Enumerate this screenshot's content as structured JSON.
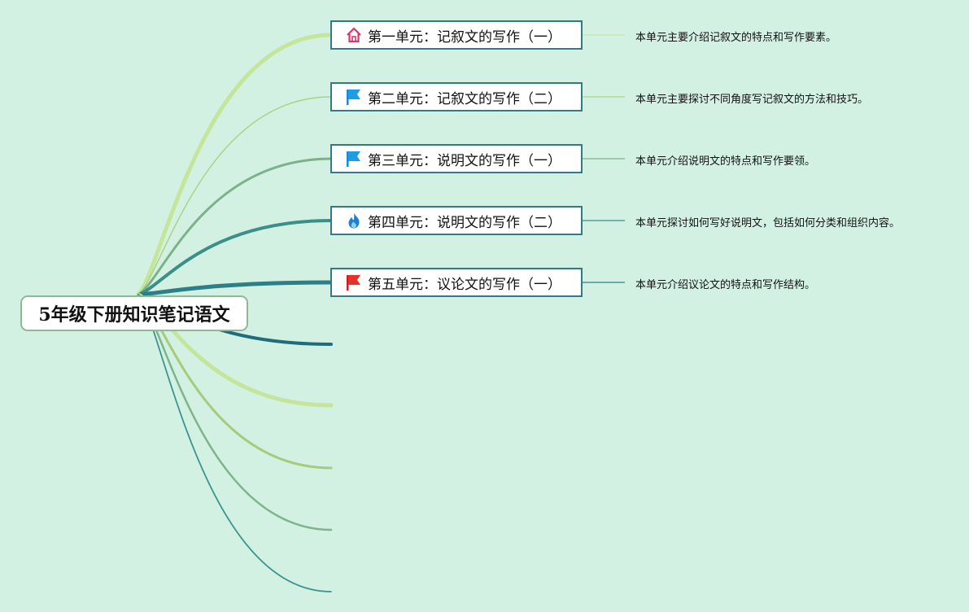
{
  "root": {
    "title": "5年级下册知识笔记语文"
  },
  "topics": [
    {
      "label": "第一单元：记叙文的写作（一）",
      "note": "本单元主要介绍记叙文的特点和写作要素。",
      "icon": "home-icon"
    },
    {
      "label": "第二单元：记叙文的写作（二）",
      "note": "本单元主要探讨不同角度写记叙文的方法和技巧。",
      "icon": "blue-flag-icon"
    },
    {
      "label": "第三单元：说明文的写作（一）",
      "note": "本单元介绍说明文的特点和写作要领。",
      "icon": "blue-flag-icon"
    },
    {
      "label": "第四单元：说明文的写作（二）",
      "note": "本单元探讨如何写好说明文，包括如何分类和组织内容。",
      "icon": "flame-icon"
    },
    {
      "label": "第五单元：议论文的写作（一）",
      "note": "本单元介绍议论文的特点和写作结构。",
      "icon": "red-flag-icon"
    }
  ],
  "colors": {
    "background": "#d3f1e3",
    "branches": [
      "#c4e59a",
      "#a9d583",
      "#7bb289",
      "#3a8f88",
      "#2c7f89",
      "#1e6c7e",
      "#c4e59a",
      "#a4cc7a",
      "#7eb38b",
      "#3a948f"
    ]
  }
}
